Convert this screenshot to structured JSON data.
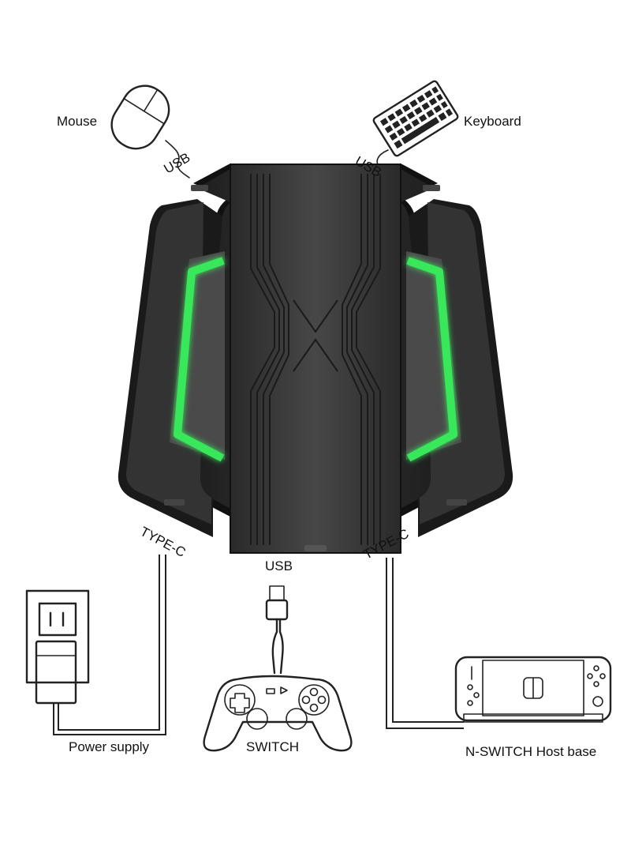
{
  "labels": {
    "mouse": "Mouse",
    "keyboard": "Keyboard",
    "usb_mouse": "USB",
    "usb_keyboard": "USB",
    "usb_bottom": "USB",
    "type_c_left": "TYPE-C",
    "type_c_right": "TYPE-C",
    "power_supply": "Power supply",
    "switch_controller": "SWITCH",
    "switch_host": "N-SWITCH Host base"
  },
  "colors": {
    "device_body": "#2b2b2b",
    "device_center": "#3a3a3a",
    "light_strip": "#39e85a",
    "outline": "#222222"
  },
  "icons": {
    "mouse": "mouse-icon",
    "keyboard": "keyboard-icon",
    "adapter": "converter-hub-icon",
    "power": "wall-outlet-icon",
    "controller": "gamepad-icon",
    "console": "nintendo-switch-dock-icon"
  }
}
